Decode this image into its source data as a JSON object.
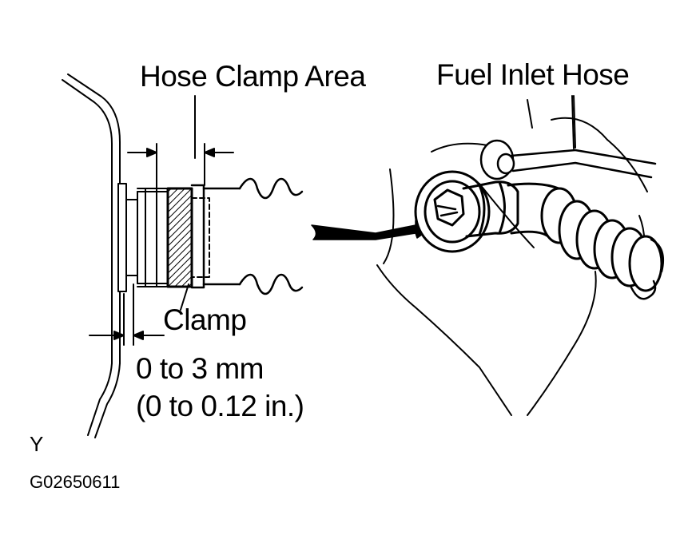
{
  "labels": {
    "hose_clamp_area": "Hose Clamp Area",
    "fuel_inlet_hose": "Fuel Inlet Hose",
    "clamp": "Clamp",
    "gap_mm": "0 to 3 mm",
    "gap_in": "(0 to 0.12 in.)",
    "view_letter": "Y",
    "figure_code": "G02650611"
  },
  "colors": {
    "ink": "#000000",
    "paper": "#ffffff"
  }
}
